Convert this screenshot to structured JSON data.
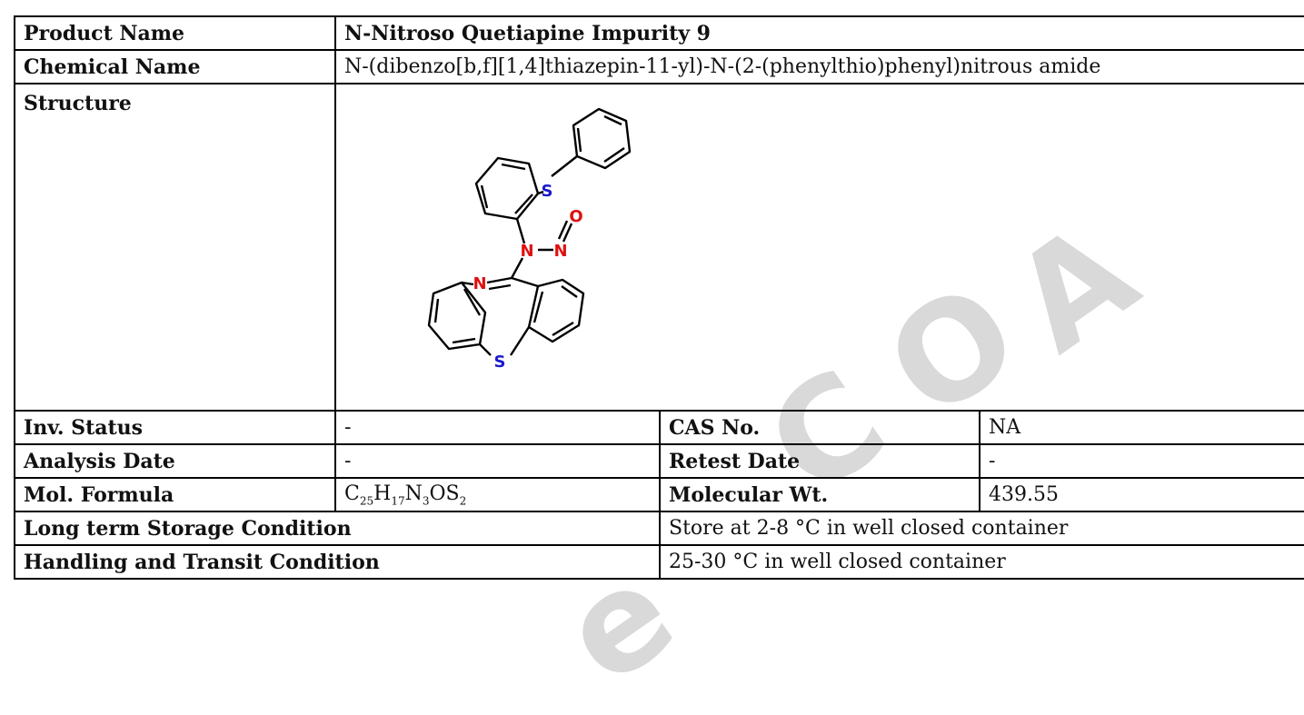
{
  "product_name": {
    "label": "Product Name",
    "value": "N-Nitroso Quetiapine Impurity 9"
  },
  "chemical_name": {
    "label": "Chemical Name",
    "value": "N-(dibenzo[b,f][1,4]thiazepin-11-yl)-N-(2-(phenylthio)phenyl)nitrous amide"
  },
  "structure": {
    "label": "Structure",
    "atoms": {
      "s_top": "S",
      "n_amine": "N",
      "n_nitroso": "N",
      "o": "O",
      "n_ring": "N",
      "s_ring": "S"
    }
  },
  "inv_status": {
    "label": "Inv. Status",
    "value": "-"
  },
  "cas_no": {
    "label": "CAS No.",
    "value": "NA"
  },
  "analysis_date": {
    "label": "Analysis Date",
    "value": "-"
  },
  "retest_date": {
    "label": "Retest Date",
    "value": "-"
  },
  "mol_formula": {
    "label": "Mol. Formula",
    "parts": [
      {
        "el": "C",
        "sub": "25"
      },
      {
        "el": "H",
        "sub": "17"
      },
      {
        "el": "N",
        "sub": "3"
      },
      {
        "el": "OS",
        "sub": "2"
      }
    ]
  },
  "molecular_wt": {
    "label": "Molecular Wt.",
    "value": "439.55"
  },
  "long_term_storage": {
    "label": "Long term Storage Condition",
    "value": "Store at 2-8 °C in well closed container"
  },
  "handling_transit": {
    "label": "Handling and Transit Condition",
    "value": "25-30 °C in well closed container"
  },
  "watermark": {
    "letters": [
      "C",
      "O",
      "A",
      "e"
    ]
  },
  "colors": {
    "sulfur": "#1a1acc",
    "nitrogen_oxygen": "#e01010",
    "watermark": "#d9d9d9",
    "border": "#000000"
  }
}
